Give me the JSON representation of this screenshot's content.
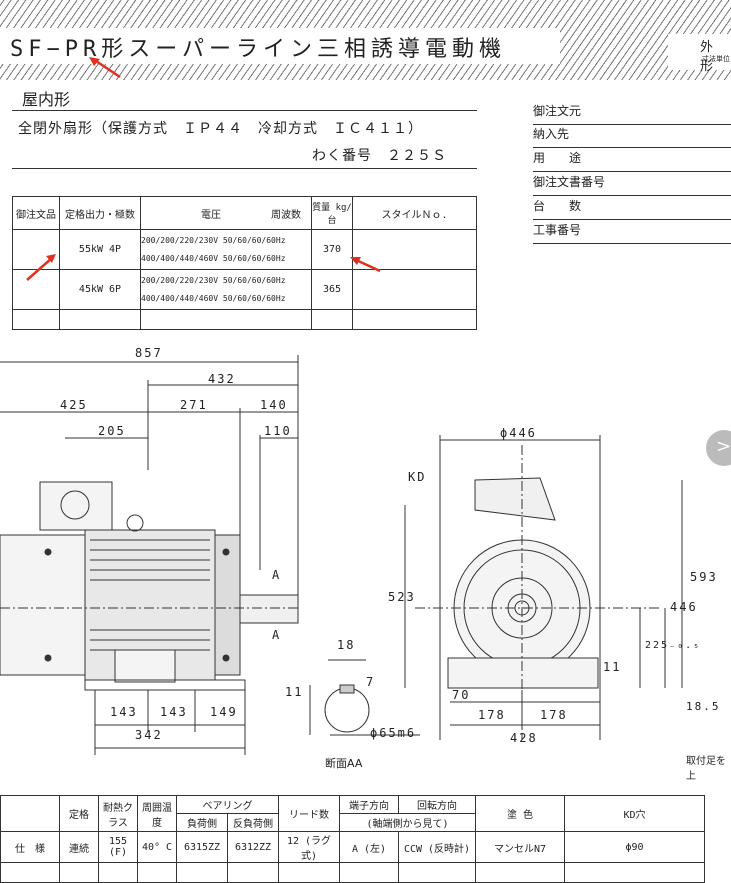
{
  "header": {
    "title": "SF−PR形スーパーライン三相誘導電動機",
    "right_label": "外 形",
    "right_sub": "寸法単位"
  },
  "section": {
    "location": "屋内形",
    "spec_line1": "全閉外扇形（保護方式　ＩＰ４４　冷却方式　ＩＣ４１１）",
    "spec_line2": "わく番号　２２５Ｓ"
  },
  "order_fields": [
    "御注文元",
    "納入先",
    "用　　途",
    "御注文書番号",
    "台　　数",
    "工事番号"
  ],
  "rating_table": {
    "headers": [
      "御注文品",
      "定格出力・極数",
      "電圧",
      "周波数",
      "質量 kg/台",
      "スタイルＮｏ."
    ],
    "rows": [
      {
        "output": "55kW 4P",
        "v1": "200/200/220/230V",
        "f1": "50/60/60/60Hz",
        "v2": "400/400/440/460V",
        "f2": "50/60/60/60Hz",
        "mass": "370"
      },
      {
        "output": "45kW 6P",
        "v1": "200/200/220/230V",
        "f1": "50/60/60/60Hz",
        "v2": "400/400/440/460V",
        "f2": "50/60/60/60Hz",
        "mass": "365"
      }
    ]
  },
  "dimensions": {
    "d857": "857",
    "d432": "432",
    "d425": "425",
    "d271": "271",
    "d140": "140",
    "d205": "205",
    "d110": "110",
    "d143a": "143",
    "d143b": "143",
    "d149": "149",
    "d342": "342",
    "d18": "18",
    "d11": "11",
    "d7": "7",
    "shaft": "ϕ65m6",
    "section": "断面AA",
    "d446dia": "ϕ446",
    "kd": "KD",
    "d523": "523",
    "d593": "593",
    "d446": "446",
    "d225": "225₋₀.₅",
    "d11b": "11",
    "d70": "70",
    "d178a": "178",
    "d178b": "178",
    "d428": "428",
    "d185": "18.5",
    "foot": "取付足を上",
    "a_label": "A"
  },
  "bottom_table": {
    "headers": [
      "定格",
      "耐熱クラス",
      "周囲温度",
      "ベアリング",
      "負荷側",
      "反負荷側",
      "リード数",
      "端子方向",
      "回転方向",
      "(軸端側から見て)",
      "塗 色",
      "KD穴"
    ],
    "row_label": "仕　様",
    "values": [
      "連続",
      "155 (F)",
      "40° C",
      "6315ZZ",
      "6312ZZ",
      "12 (ラグ式)",
      "A (左)",
      "CCW (反時計)",
      "マンセルN7",
      "ϕ90"
    ]
  }
}
